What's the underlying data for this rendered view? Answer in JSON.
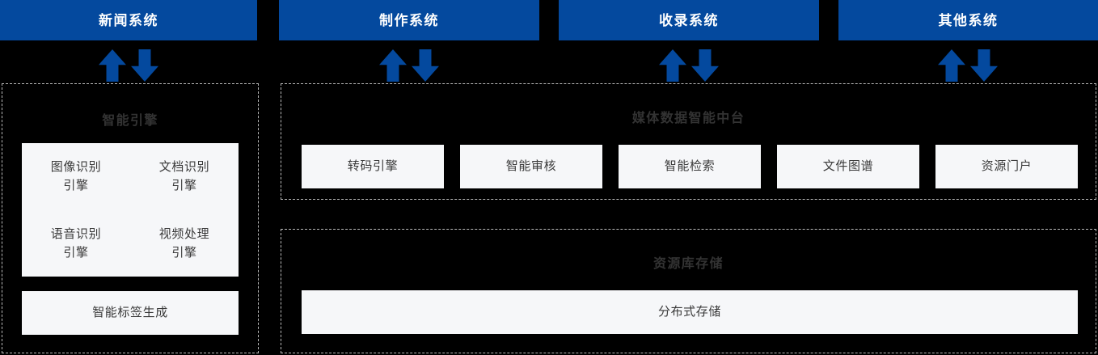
{
  "diagram": {
    "background_color": "#000000",
    "accent_color": "#04499E",
    "card_color": "#F6F7F9",
    "title_color": "#333333",
    "dashed_border_color": "#B9B9B9"
  },
  "systems": [
    {
      "label": "新闻系统"
    },
    {
      "label": "制作系统"
    },
    {
      "label": "收录系统"
    },
    {
      "label": "其他系统"
    }
  ],
  "connectors": [
    {
      "up": "arrow-up",
      "down": "arrow-down"
    },
    {
      "up": "arrow-up",
      "down": "arrow-down"
    },
    {
      "up": "arrow-up",
      "down": "arrow-down"
    },
    {
      "up": "arrow-up",
      "down": "arrow-down"
    }
  ],
  "engine_panel": {
    "title": "智能引擎",
    "engines": [
      {
        "label": "图像识别\n引擎"
      },
      {
        "label": "文档识别\n引擎"
      },
      {
        "label": "语音识别\n引擎"
      },
      {
        "label": "视频处理\n引擎"
      }
    ],
    "tag_card": {
      "label": "智能标签生成"
    }
  },
  "platform_panel": {
    "title": "媒体数据智能中台",
    "services": [
      {
        "label": "转码引擎"
      },
      {
        "label": "智能审核"
      },
      {
        "label": "智能检索"
      },
      {
        "label": "文件图谱"
      },
      {
        "label": "资源门户"
      }
    ]
  },
  "storage_panel": {
    "title": "资源库存储",
    "storage_card": {
      "label": "分布式存储"
    }
  }
}
